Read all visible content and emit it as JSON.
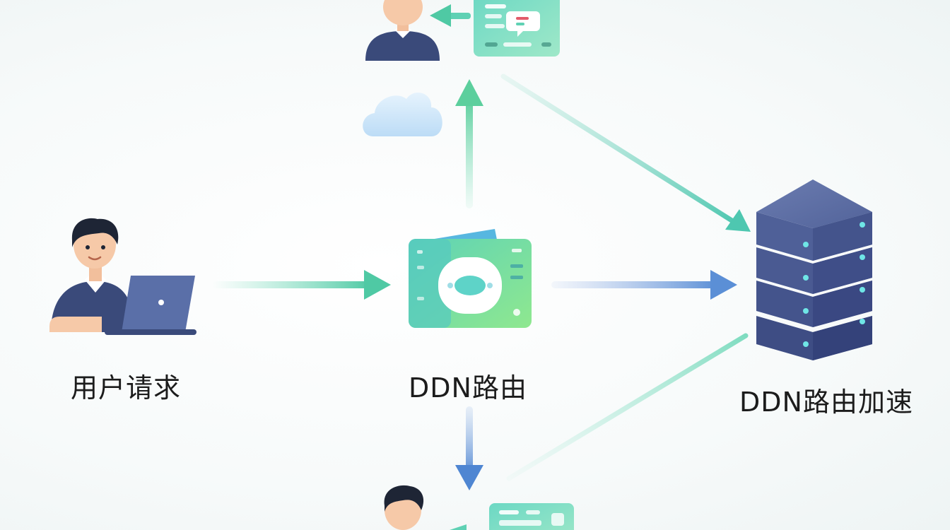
{
  "labels": {
    "user_request": "用户请求",
    "ddn_router": "DDN路由",
    "ddn_acceleration": "DDN路由加速"
  },
  "colors": {
    "teal": "#5fd1b4",
    "green": "#6fdc9c",
    "blue": "#5b8fd6",
    "navy": "#3a4a7a",
    "server": "#4a5a8e",
    "skin": "#f6c9a8",
    "hair": "#1e2535",
    "cloud": "#cfe7fb"
  }
}
